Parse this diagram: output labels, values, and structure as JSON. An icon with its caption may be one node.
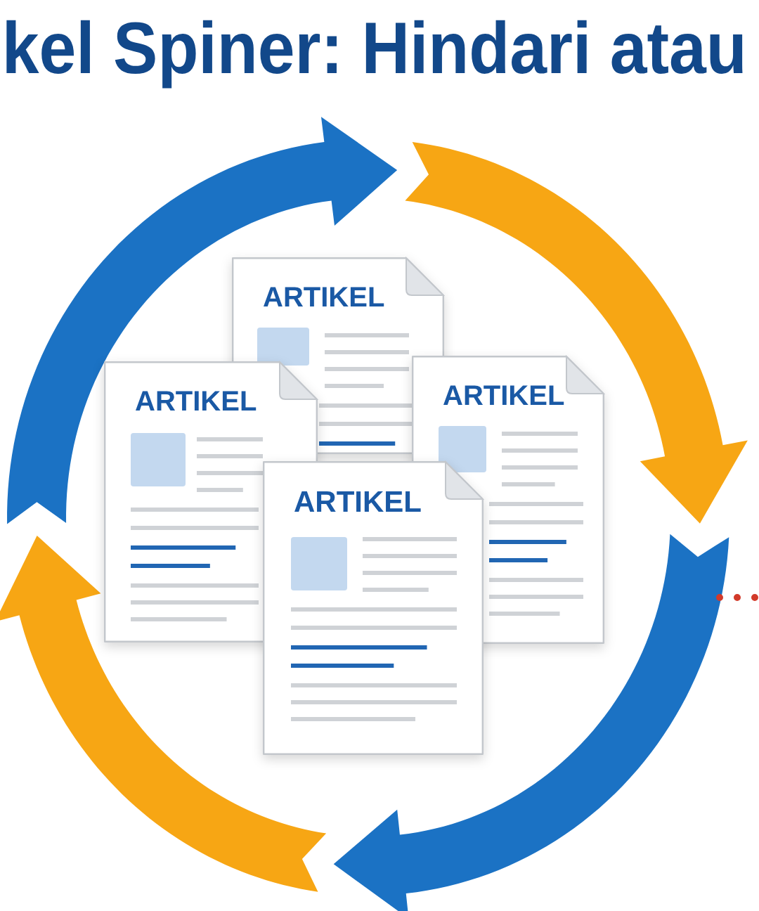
{
  "diagram": {
    "title": "kel Spiner: Hindari atau",
    "nodes": [
      {
        "text": [
          "ARTIKEL"
        ]
      },
      {
        "text": [
          "ARTIKEL"
        ]
      },
      {
        "text": [
          "ARTIKEL"
        ]
      },
      {
        "text": [
          "ARTIKEL"
        ]
      }
    ]
  }
}
